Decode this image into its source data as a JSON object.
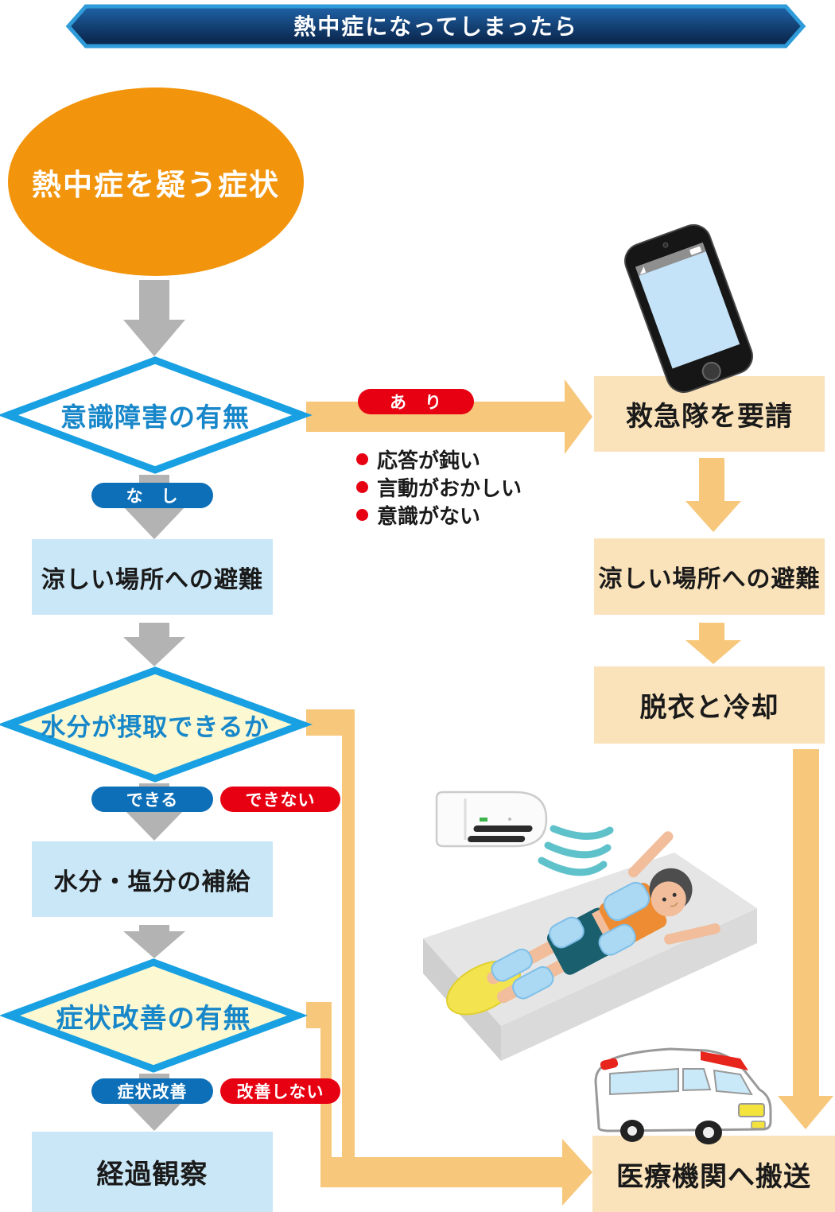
{
  "banner": {
    "title": "熱中症になってしまったら"
  },
  "nodes": {
    "start": "熱中症を疑う症状",
    "decision_consciousness": "意識障害の有無",
    "decision_hydration": "水分が摂取できるか",
    "decision_improvement": "症状改善の有無",
    "cool_place_left": "涼しい場所への避難",
    "hydration": "水分・塩分の補給",
    "observation": "経過観察",
    "call_ambulance": "救急隊を要請",
    "cool_place_right": "涼しい場所への避難",
    "cooling": "脱衣と冷却",
    "transport": "医療機関へ搬送"
  },
  "branches": {
    "ari": "あ　り",
    "nashi": "な　し",
    "dekiru": "できる",
    "dekinai": "できない",
    "kaizen": "症状改善",
    "kaizen_shinai": "改善しない"
  },
  "symptoms": [
    "応答が鈍い",
    "言動がおかしい",
    "意識がない"
  ],
  "illustrations": {
    "phone": "smartphone-icon",
    "aircon": "air-conditioner-icon",
    "patient": "patient-cooling-icon",
    "ambulance": "ambulance-icon"
  },
  "colors": {
    "banner_border": "#2f9cd9",
    "banner_top": "#1f63a8",
    "banner_bottom": "#0c2a52",
    "start_orange": "#f2950d",
    "diamond_border": "#18a0e2",
    "diamond_text": "#1787c9",
    "diamond_yellow": "#fbf8d2",
    "pill_blue": "#0d6fb8",
    "pill_red": "#e60012",
    "box_blue": "#c9e7f7",
    "box_tan": "#fae2ba",
    "arrow_orange": "#f7c77b",
    "arrow_gray": "#b3b3b3",
    "wind_teal": "#5fc2cb",
    "text_dark": "#1a1a1a"
  }
}
